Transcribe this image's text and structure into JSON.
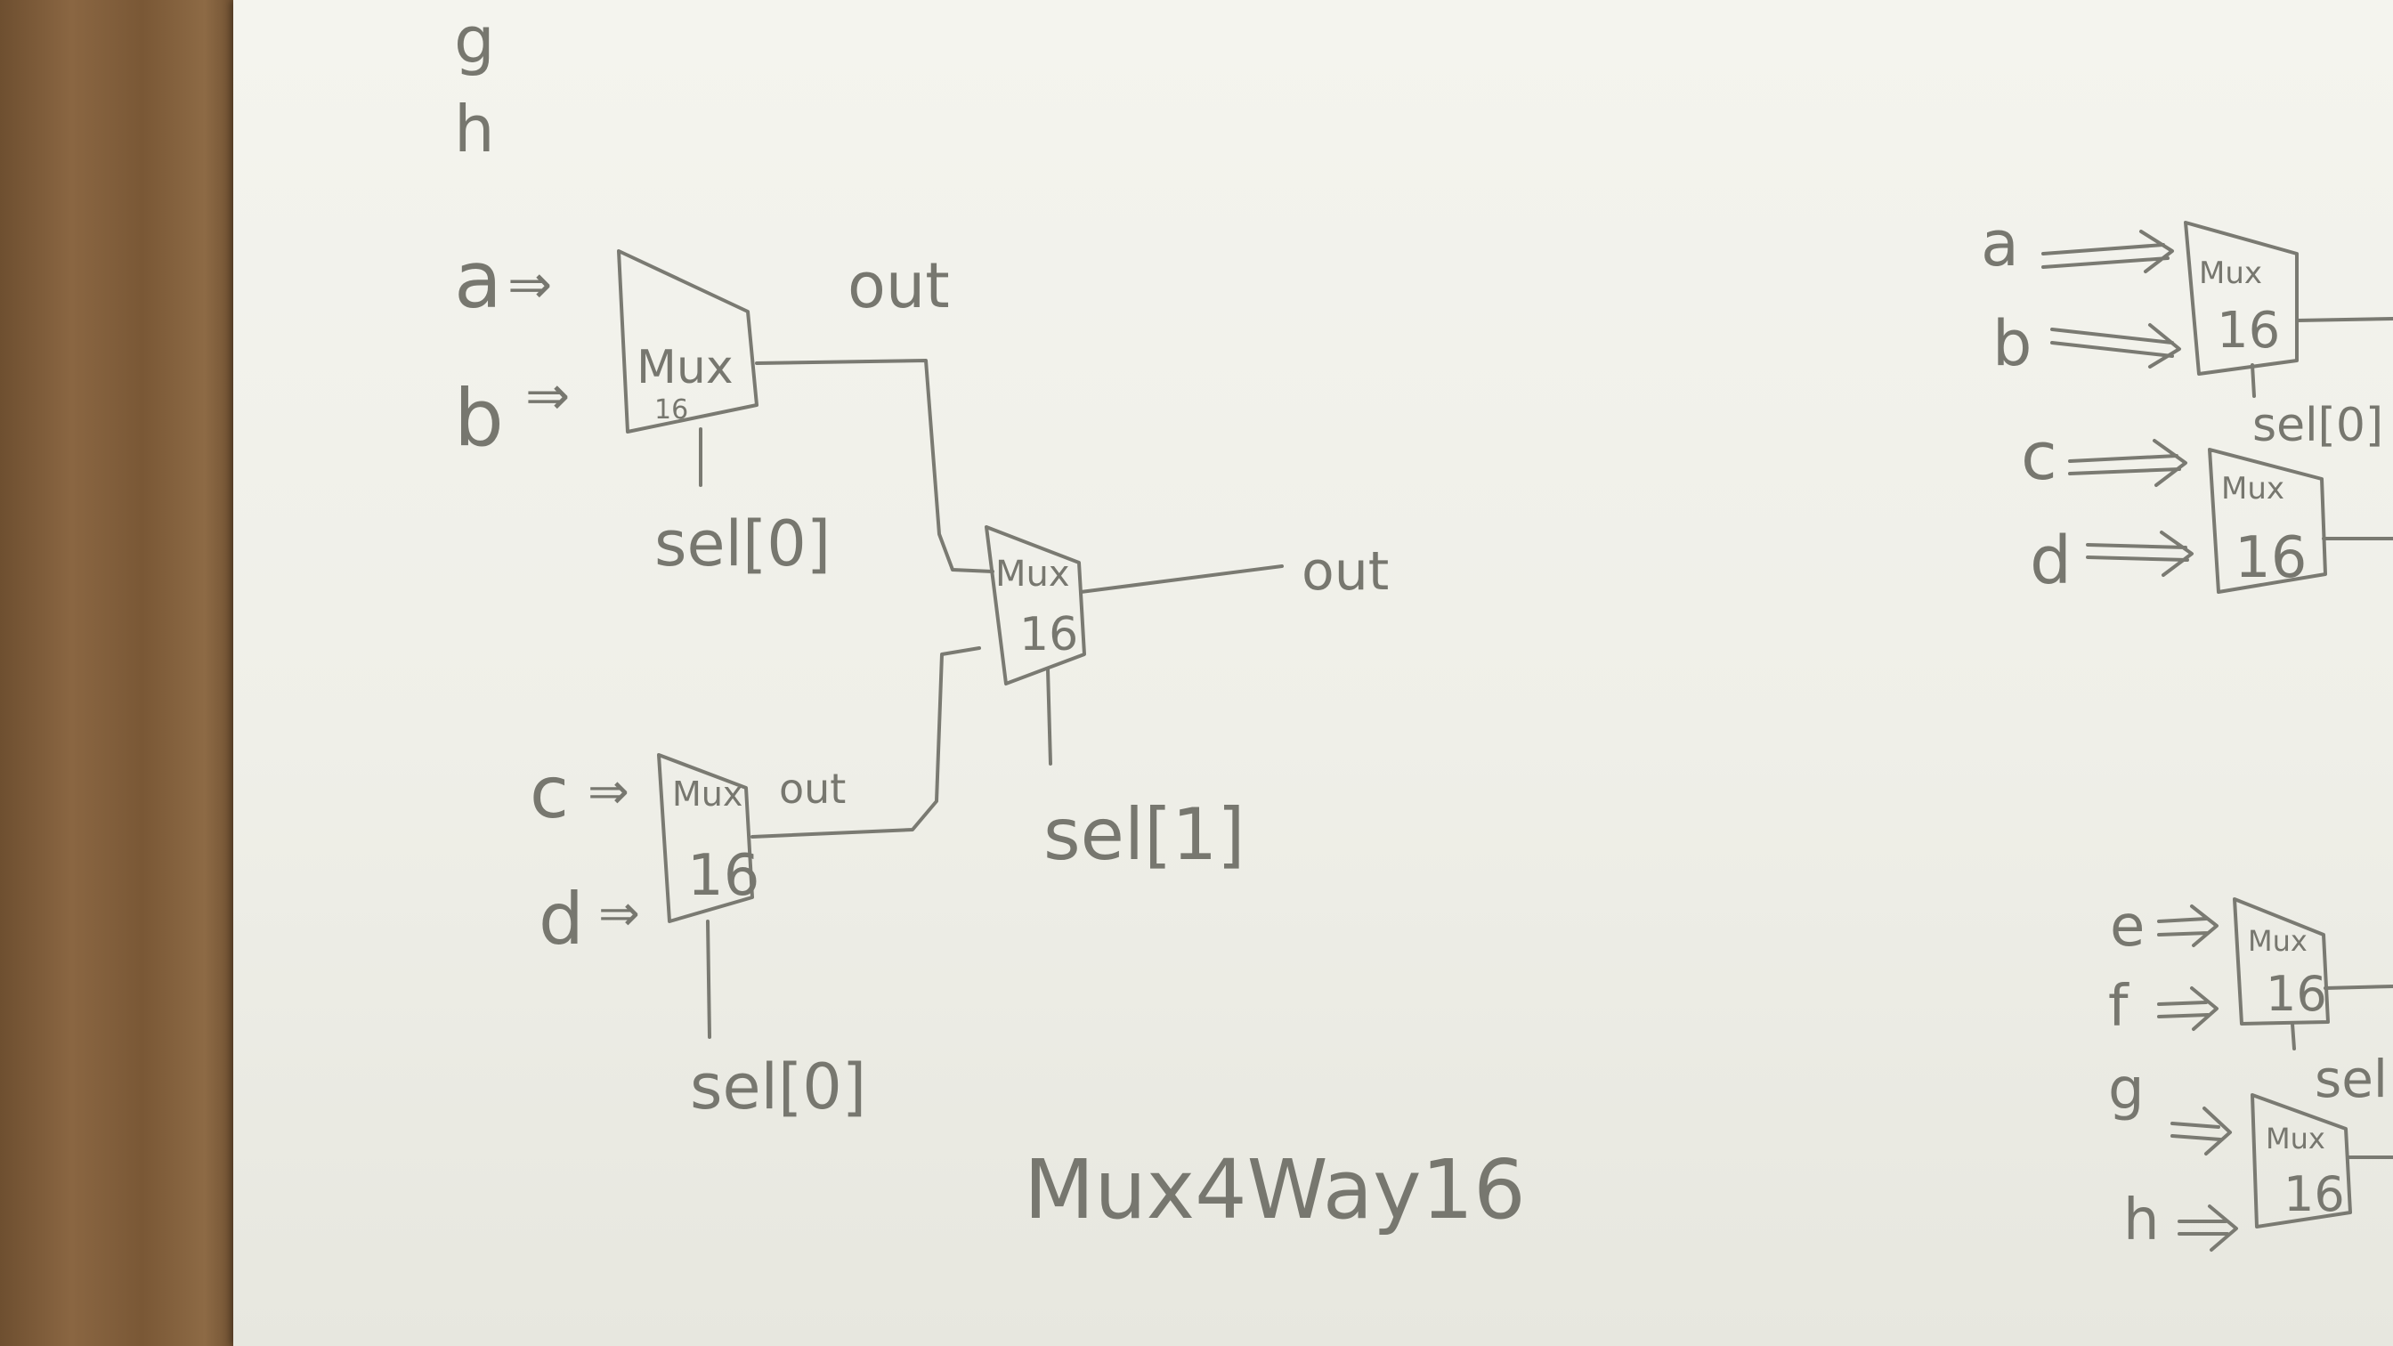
{
  "top_left_labels": [
    "g",
    "h"
  ],
  "main_diagram": {
    "title": "Mux4Way16",
    "mux_ab": {
      "text1": "Mux",
      "text2": "16",
      "in_a": "a",
      "in_b": "b",
      "arrow": "⇒",
      "sel": "sel[0]",
      "out": "out"
    },
    "mux_cd": {
      "text1": "Mux",
      "text2": "16",
      "in_c": "c",
      "in_d": "d",
      "arrow": "⇒",
      "sel": "sel[0]",
      "out": "out"
    },
    "mux_final": {
      "text1": "Mux",
      "text2": "16",
      "sel": "sel[1]",
      "out": "out"
    }
  },
  "side_diagram": {
    "mux_ab": {
      "text1": "Mux",
      "text2": "16",
      "in_a": "a",
      "in_b": "b",
      "sel": "sel[0]"
    },
    "mux_cd": {
      "text1": "Mux",
      "text2": "16",
      "in_c": "c",
      "in_d": "d"
    },
    "mux_ef": {
      "text1": "Mux",
      "text2": "16",
      "in_e": "e",
      "in_f": "f",
      "sel": "sel"
    },
    "mux_gh": {
      "text1": "Mux",
      "text2": "16",
      "in_g": "g",
      "in_h": "h"
    }
  }
}
